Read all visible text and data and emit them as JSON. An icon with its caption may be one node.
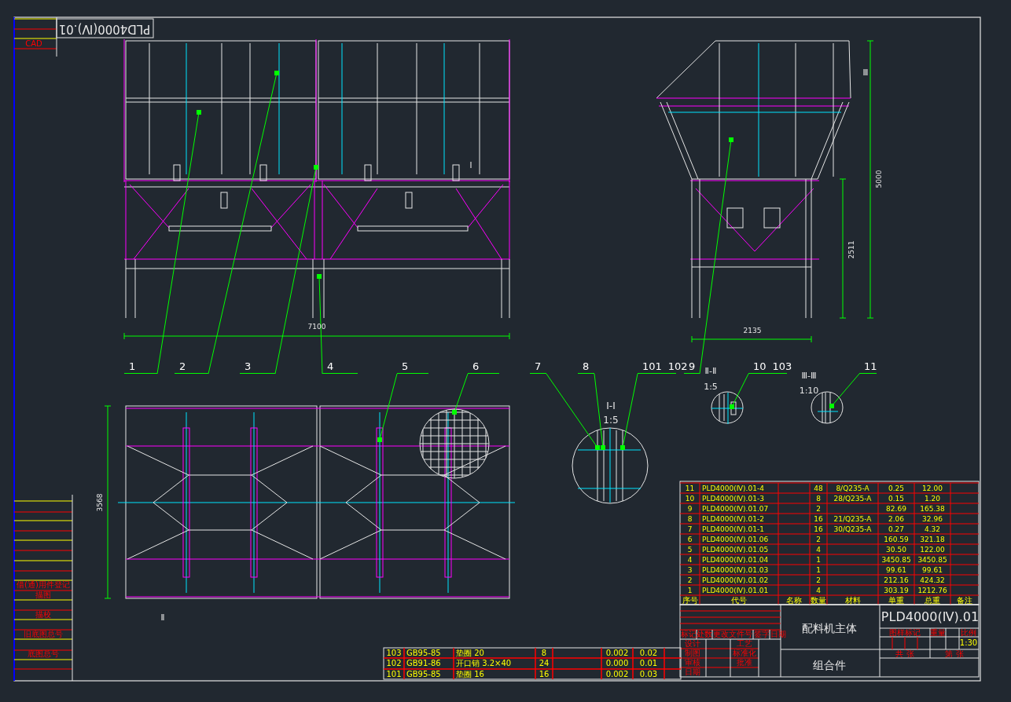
{
  "diagram": {
    "nodes": [
      {
        "text": [
          "1"
        ]
      },
      {
        "text": [
          "2"
        ]
      },
      {
        "text": [
          "3"
        ]
      },
      {
        "text": [
          "4"
        ]
      },
      {
        "text": [
          "5"
        ]
      },
      {
        "text": [
          "6"
        ]
      },
      {
        "text": [
          "7"
        ]
      },
      {
        "text": [
          "8"
        ]
      },
      {
        "text": [
          "101",
          "102"
        ]
      },
      {
        "text": [
          "9"
        ]
      },
      {
        "text": [
          "10",
          "103"
        ]
      },
      {
        "text": [
          "11"
        ]
      }
    ],
    "edges": [
      {
        "from": 0,
        "to": null,
        "arrow": "other"
      },
      {
        "from": 1,
        "to": null,
        "arrow": "other"
      },
      {
        "from": 2,
        "to": null,
        "arrow": "other"
      },
      {
        "from": 3,
        "to": null,
        "arrow": "other"
      },
      {
        "from": 4,
        "to": null,
        "arrow": "other"
      },
      {
        "from": 5,
        "to": null,
        "arrow": "other"
      },
      {
        "from": 6,
        "to": null,
        "arrow": "other"
      },
      {
        "from": 7,
        "to": null,
        "arrow": "other"
      },
      {
        "from": 8,
        "to": null,
        "arrow": "other"
      },
      {
        "from": 9,
        "to": null,
        "arrow": "other"
      },
      {
        "from": 10,
        "to": null,
        "arrow": "other"
      },
      {
        "from": 11,
        "to": null,
        "arrow": "other"
      }
    ],
    "labels": [
      "PLD4000(Ⅳ).01",
      "CAD",
      "Ⅰ",
      "Ⅲ",
      "5000",
      "2511",
      "7100",
      "2135",
      "Ⅰ-Ⅰ",
      "1:5",
      "Ⅱ-Ⅱ",
      "1:5",
      "Ⅲ-Ⅲ",
      "1:10",
      "3568",
      "Ⅱ",
      "借(通)用件登记",
      "描图",
      "描校",
      "旧底图总号",
      "底图总号",
      "11",
      "PLD4000(Ⅳ).01-4",
      "48",
      "8/Q235-A",
      "0.25",
      "12.00",
      "10",
      "PLD4000(Ⅳ).01-3",
      "8",
      "28/Q235-A",
      "0.15",
      "1.20",
      "9",
      "PLD4000(Ⅳ).01.07",
      "2",
      "82.69",
      "165.38",
      "8",
      "PLD4000(Ⅳ).01-2",
      "16",
      "21/Q235-A",
      "2.06",
      "32.96",
      "7",
      "PLD4000(Ⅳ).01-1",
      "16",
      "30/Q235-A",
      "0.27",
      "4.32",
      "6",
      "PLD4000(Ⅳ).01.06",
      "2",
      "160.59",
      "321.18",
      "5",
      "PLD4000(Ⅳ).01.05",
      "4",
      "30.50",
      "122.00",
      "4",
      "PLD4000(Ⅳ).01.04",
      "1",
      "3450.85",
      "3450.85",
      "3",
      "PLD4000(Ⅳ).01.03",
      "1",
      "99.61",
      "99.61",
      "2",
      "PLD4000(Ⅳ).01.02",
      "2",
      "212.16",
      "424.32",
      "1",
      "PLD4000(Ⅳ).01.01",
      "4",
      "303.19",
      "1212.76",
      "序号",
      "代号",
      "名称",
      "数量",
      "材料",
      "单重",
      "总重",
      "备注",
      "标记",
      "处数",
      "更改文件号",
      "签字",
      "日期",
      "设计",
      "制图",
      "审核",
      "日期",
      "工艺",
      "标准化",
      "批准",
      "配料机主体",
      "组合件",
      "PLD4000(Ⅳ).01",
      "图样标记",
      "重量",
      "比例",
      "1:30",
      "103",
      "GB95-85",
      "垫圈 20",
      "8",
      "0.002",
      "0.02",
      "共 张",
      "第 张",
      "102",
      "GB91-86",
      "开口销 3.2×40",
      "24",
      "0.000",
      "0.01",
      "101",
      "GB95-85",
      "垫圈 16",
      "16",
      "0.002",
      "0.03"
    ]
  }
}
